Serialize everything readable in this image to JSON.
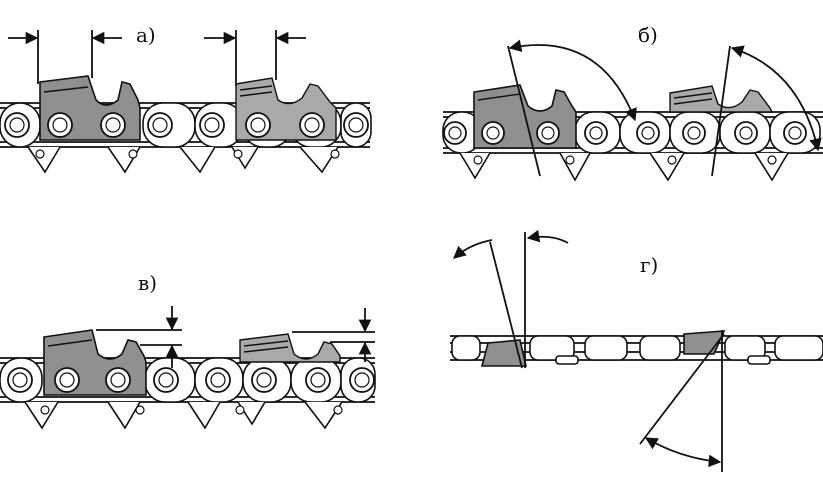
{
  "labels": {
    "a": "а)",
    "b": "б)",
    "v": "в)",
    "g": "г)"
  }
}
